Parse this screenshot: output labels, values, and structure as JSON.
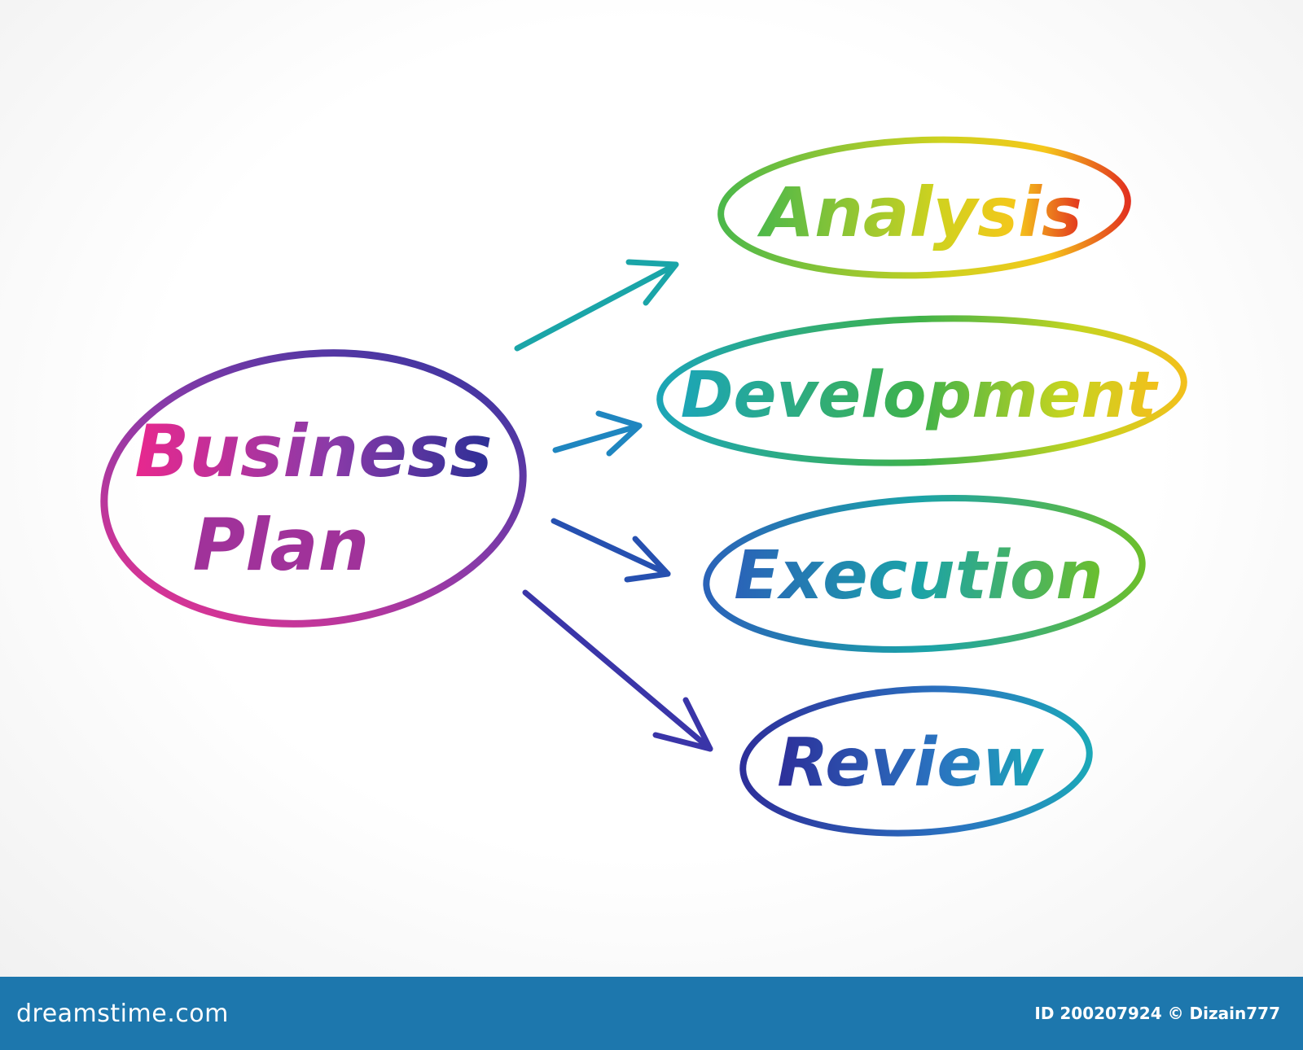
{
  "diagram": {
    "root": {
      "lines": [
        "Business",
        "Plan"
      ]
    },
    "nodes": [
      {
        "id": "analysis",
        "label": "Analysis"
      },
      {
        "id": "development",
        "label": "Development"
      },
      {
        "id": "execution",
        "label": "Execution"
      },
      {
        "id": "review",
        "label": "Review"
      }
    ],
    "colors": {
      "magenta": "#e8288e",
      "purple": "#7b3aa6",
      "navy": "#2c2f96",
      "teal": "#1aa5a0",
      "green": "#5cb83a",
      "yellow": "#f2d21c",
      "orange": "#f08a1c",
      "red": "#e23a28",
      "blue": "#2a7ec0"
    }
  },
  "footer": {
    "brand": "dreamstime.com",
    "meta": "ID 200207924 © Dizain777"
  }
}
